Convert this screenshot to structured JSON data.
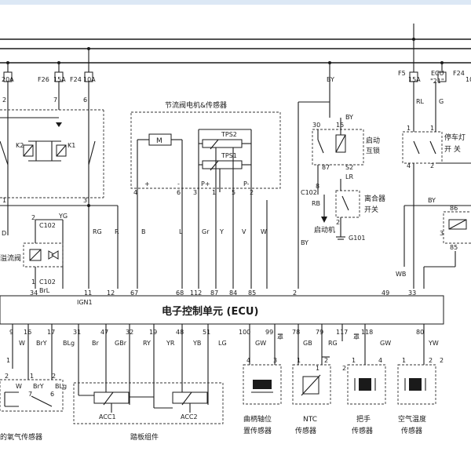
{
  "fuses": {
    "f_20a": "20A",
    "f26": "F26",
    "f26_rating": "15A",
    "f24": "F24",
    "f24_rating": "10A",
    "f5": "F5",
    "f5_rating": "15A",
    "ecu_ref": "ECU",
    "ecu_ref_num": "\"21\"",
    "f24_right": "F24",
    "f24_right_rating": "10"
  },
  "labels": {
    "throttle_title": "节流阀电机&传感器",
    "motor": "M",
    "tps2": "TPS2",
    "tps1": "TPS1",
    "plus": "+",
    "minus": "-",
    "p_plus": "P+",
    "p_minus": "P-",
    "start_lock_1": "启动",
    "start_lock_2": "互锁",
    "clutch_1": "离合器",
    "clutch_2": "开关",
    "brake_lamp_1": "停车灯",
    "brake_lamp_2": "开  关",
    "starter": "启动机",
    "c102_a": "C102",
    "c102_b": "C102",
    "c102_c": "C102",
    "g101": "G101",
    "s2": "S2",
    "k1": "K1",
    "k2": "K2",
    "idle_valve": "溢流阀",
    "ign1": "IGN1",
    "ecu": "电子控制单元 (ECU)",
    "pedal": "踏板组件",
    "acc1": "ACC1",
    "acc2": "ACC2",
    "o2": "的氧气传感器",
    "crank_1": "曲柄轴位",
    "crank_2": "置传感器",
    "ntc_1": "NTC",
    "ntc_2": "传感器",
    "grip_1": "把手",
    "grip_2": "传感器",
    "air_1": "空气温度",
    "air_2": "传感器",
    "shield_1": "罩",
    "shield_2": "罩"
  },
  "wires": {
    "by_top": "BY",
    "by_s": "BY",
    "by_mid": "BY",
    "by_right": "BY",
    "rl": "RL",
    "g": "G",
    "lr": "LR",
    "rb": "RB",
    "wb": "WB",
    "yg": "YG",
    "brl": "BrL",
    "rg": "RG",
    "r": "R",
    "b": "B",
    "l": "L",
    "gr": "Gr",
    "y": "Y",
    "v": "V",
    "w": "W",
    "d": "D",
    "b_w": "W",
    "b_bry": "BrY",
    "b_blg": "BLg",
    "b_br": "Br",
    "b_gbr": "GBr",
    "b_ry": "RY",
    "b_yr": "YR",
    "b_yb": "YB",
    "b_lg": "LG",
    "b_gw": "GW",
    "b_gb": "GB",
    "b_rg": "RG",
    "b_gw2": "GW",
    "b_yw": "YW",
    "s_w": "W",
    "s_bry": "BrY",
    "s_blg": "BLg"
  },
  "pins": {
    "top": [
      "4",
      "6",
      "3",
      "1",
      "5",
      "2"
    ],
    "ecu_top": [
      "34",
      "11",
      "12",
      "67",
      "68",
      "112",
      "87",
      "84",
      "85",
      "2",
      "49",
      "33"
    ],
    "ecu_bottom": [
      "9",
      "16",
      "17",
      "31",
      "47",
      "32",
      "19",
      "48",
      "51",
      "100",
      "99",
      "78",
      "79",
      "117",
      "118",
      "80"
    ],
    "misc": [
      "2",
      "7",
      "6",
      "1",
      "3",
      "2",
      "1",
      "30",
      "15",
      "87",
      "86",
      "85",
      "8",
      "3",
      "4",
      "2",
      "1",
      "1",
      "2",
      "2",
      "1",
      "2",
      "6",
      "7",
      "4",
      "3",
      "1",
      "2",
      "1",
      "4",
      "1",
      "2",
      "1",
      "2",
      "1",
      "2"
    ]
  }
}
